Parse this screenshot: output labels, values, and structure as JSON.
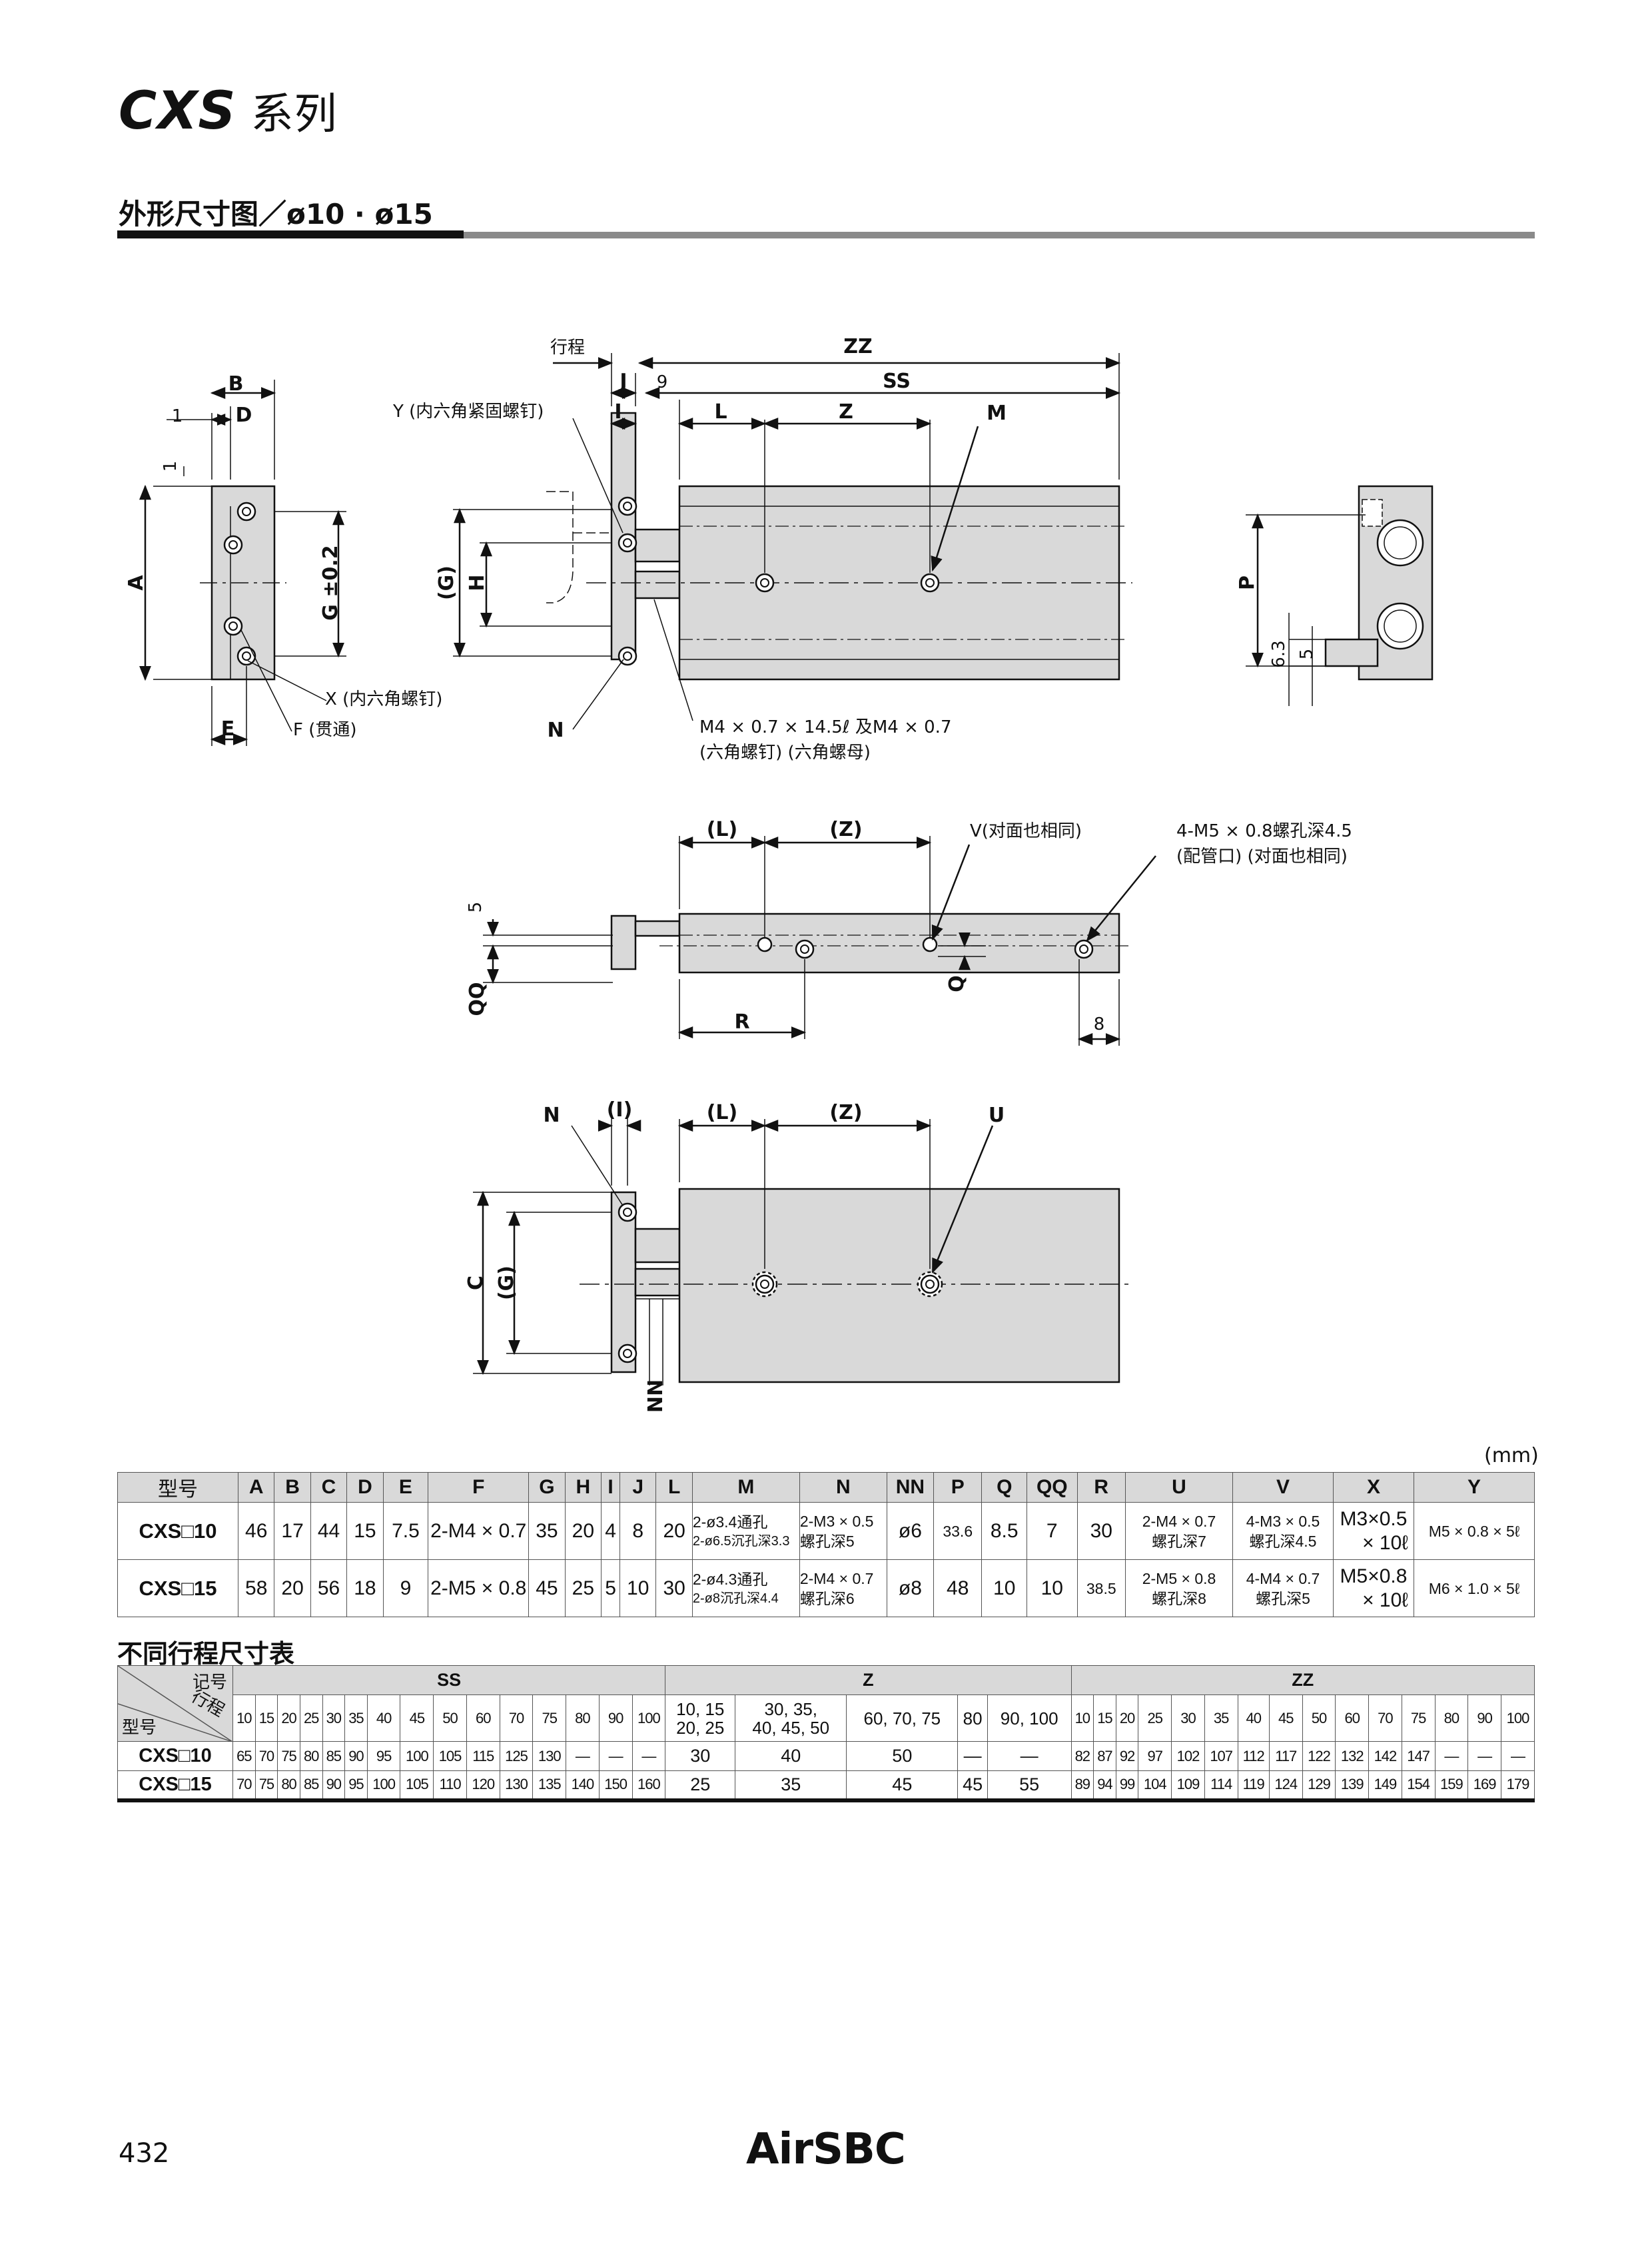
{
  "header": {
    "series_code": "CXS",
    "series_suffix": "系列",
    "section_title": "外形尺寸图／ø10 · ø15"
  },
  "drawing_labels": {
    "B": "B",
    "D": "D",
    "one_a": "1",
    "one_b": "1",
    "A": "A",
    "G_tol": "G ±0.2",
    "X_label": "X (内六角螺钉)",
    "F_label": "F (贯通)",
    "E": "E",
    "stroke": "行程",
    "ZZ": "ZZ",
    "SS": "SS",
    "J": "J",
    "nine": "9",
    "I": "I",
    "L": "L",
    "Z": "Z",
    "M": "M",
    "Y_label": "Y (内六角紧固螺钉)",
    "G_paren": "(G)",
    "H": "H",
    "N": "N",
    "bolt_line1": "M4 × 0.7 × 14.5ℓ  及M4 × 0.7",
    "bolt_line2": "(六角螺钉)        (六角螺母)",
    "P": "P",
    "six_three": "6.3",
    "five_a": "5",
    "L_paren": "(L)",
    "Z_paren": "(Z)",
    "V_label": "V(对面也相同)",
    "port_line1": "4-M5 × 0.8螺孔深4.5",
    "port_line2": "(配管口) (对面也相同)",
    "five_b": "5",
    "QQ": "QQ",
    "Q": "Q",
    "R": "R",
    "eight": "8",
    "I_paren": "(I)",
    "U": "U",
    "C": "C",
    "NN": "NN"
  },
  "unit_label": "(mm)",
  "dimension_table": {
    "headers": [
      "型号",
      "A",
      "B",
      "C",
      "D",
      "E",
      "F",
      "G",
      "H",
      "I",
      "J",
      "L",
      "M",
      "N",
      "NN",
      "P",
      "Q",
      "QQ",
      "R",
      "U",
      "V",
      "X",
      "Y"
    ],
    "rows": [
      {
        "model": "CXS□10",
        "A": "46",
        "B": "17",
        "C": "44",
        "D": "15",
        "E": "7.5",
        "F": "2-M4 × 0.7",
        "G": "35",
        "H": "20",
        "I": "4",
        "J": "8",
        "L": "20",
        "M1": "2-ø3.4通孔",
        "M2": "2-ø6.5沉孔深3.3",
        "N1": "2-M3 × 0.5",
        "N2": "螺孔深5",
        "NN": "ø6",
        "P": "33.6",
        "Q": "8.5",
        "QQ": "7",
        "R": "30",
        "U1": "2-M4 × 0.7",
        "U2": "螺孔深7",
        "V1": "4-M3 × 0.5",
        "V2": "螺孔深4.5",
        "X1": "M3×0.5",
        "X2": "× 10ℓ",
        "Y": "M5 × 0.8 × 5ℓ"
      },
      {
        "model": "CXS□15",
        "A": "58",
        "B": "20",
        "C": "56",
        "D": "18",
        "E": "9",
        "F": "2-M5 × 0.8",
        "G": "45",
        "H": "25",
        "I": "5",
        "J": "10",
        "L": "30",
        "M1": "2-ø4.3通孔",
        "M2": "2-ø8沉孔深4.4",
        "N1": "2-M4 × 0.7",
        "N2": "螺孔深6",
        "NN": "ø8",
        "P": "48",
        "Q": "10",
        "QQ": "10",
        "R": "38.5",
        "U1": "2-M5 × 0.8",
        "U2": "螺孔深8",
        "V1": "4-M4 × 0.7",
        "V2": "螺孔深5",
        "X1": "M5×0.8",
        "X2": "× 10ℓ",
        "Y": "M6 × 1.0 × 5ℓ"
      }
    ]
  },
  "stroke_table": {
    "title": "不同行程尺寸表",
    "corner_symbol": "记号",
    "corner_stroke": "行程",
    "corner_model": "型号",
    "group_ss": "SS",
    "group_z": "Z",
    "group_zz": "ZZ",
    "ss_strokes": [
      "10",
      "15",
      "20",
      "25",
      "30",
      "35",
      "40",
      "45",
      "50",
      "60",
      "70",
      "75",
      "80",
      "90",
      "100"
    ],
    "z_strokes": [
      "10, 15\n20, 25",
      "30, 35,\n40, 45, 50",
      "60, 70, 75",
      "80",
      "90, 100"
    ],
    "zz_strokes": [
      "10",
      "15",
      "20",
      "25",
      "30",
      "35",
      "40",
      "45",
      "50",
      "60",
      "70",
      "75",
      "80",
      "90",
      "100"
    ],
    "rows": [
      {
        "model": "CXS□10",
        "ss": [
          "65",
          "70",
          "75",
          "80",
          "85",
          "90",
          "95",
          "100",
          "105",
          "115",
          "125",
          "130",
          "—",
          "—",
          "—"
        ],
        "z": [
          "30",
          "40",
          "50",
          "—",
          "—"
        ],
        "zz": [
          "82",
          "87",
          "92",
          "97",
          "102",
          "107",
          "112",
          "117",
          "122",
          "132",
          "142",
          "147",
          "—",
          "—",
          "—"
        ]
      },
      {
        "model": "CXS□15",
        "ss": [
          "70",
          "75",
          "80",
          "85",
          "90",
          "95",
          "100",
          "105",
          "110",
          "120",
          "130",
          "135",
          "140",
          "150",
          "160"
        ],
        "z": [
          "25",
          "35",
          "45",
          "45",
          "55"
        ],
        "zz": [
          "89",
          "94",
          "99",
          "104",
          "109",
          "114",
          "119",
          "124",
          "129",
          "139",
          "149",
          "154",
          "159",
          "169",
          "179"
        ]
      }
    ]
  },
  "footer": {
    "page_number": "432",
    "brand": "AirSBC"
  }
}
